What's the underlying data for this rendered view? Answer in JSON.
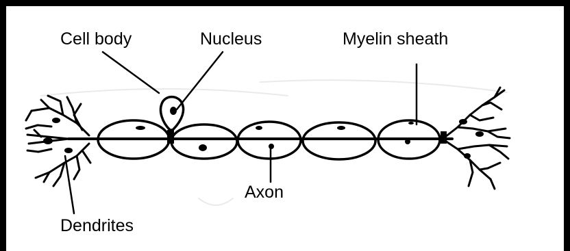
{
  "labels": {
    "cell_body": "Cell body",
    "nucleus": "Nucleus",
    "myelin_sheath": "Myelin sheath",
    "axon": "Axon",
    "dendrites": "Dendrites"
  },
  "colors": {
    "ink": "#000000",
    "background": "#ffffff",
    "frame": "#000000"
  }
}
